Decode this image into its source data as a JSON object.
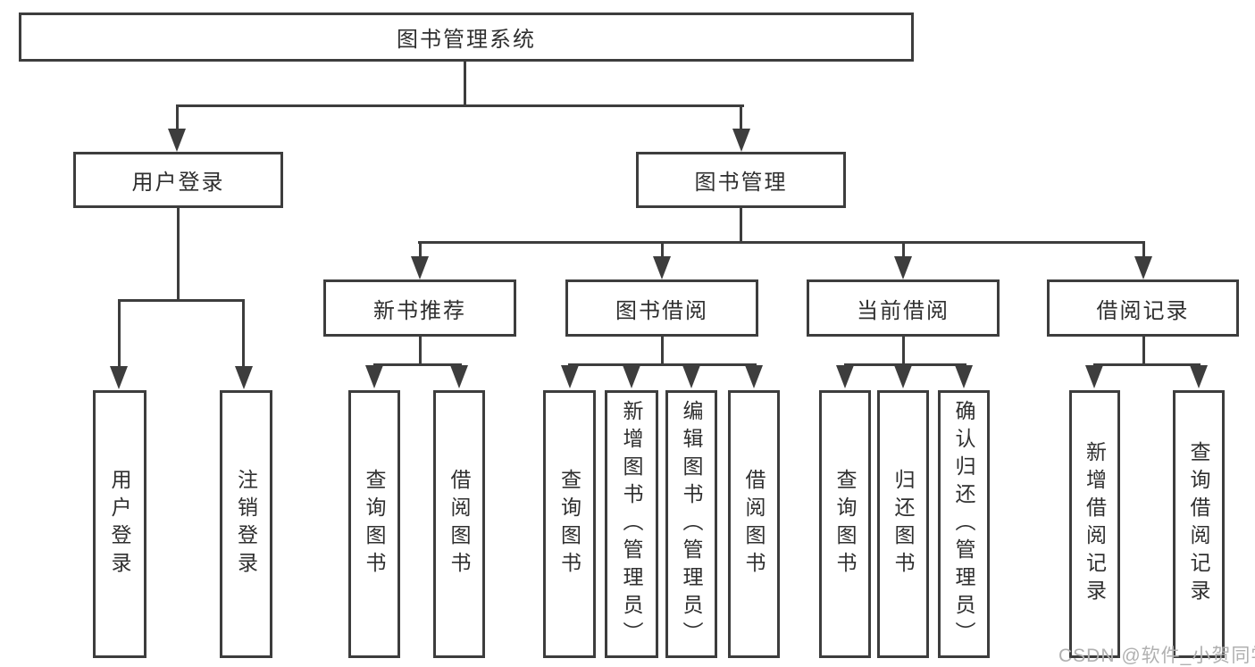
{
  "tree": {
    "root": "图书管理系统",
    "branches": [
      {
        "label": "用户登录",
        "children": [
          "用户登录",
          "注销登录"
        ]
      },
      {
        "label": "图书管理",
        "sections": [
          {
            "label": "新书推荐",
            "children": [
              "查询图书",
              "借阅图书"
            ]
          },
          {
            "label": "图书借阅",
            "children": [
              "查询图书",
              "新增图书（管理员）",
              "编辑图书（管理员）",
              "借阅图书"
            ]
          },
          {
            "label": "当前借阅",
            "children": [
              "查询图书",
              "归还图书",
              "确认归还（管理员）"
            ]
          },
          {
            "label": "借阅记录",
            "children": [
              "新增借阅记录",
              "查询借阅记录"
            ]
          }
        ]
      }
    ]
  },
  "watermark": "CSDN @软件_小贺同学",
  "colors": {
    "line": "#3d3d3d",
    "text": "#2f2f2f",
    "watermark": "#b0b0b0",
    "background": "#ffffff"
  }
}
